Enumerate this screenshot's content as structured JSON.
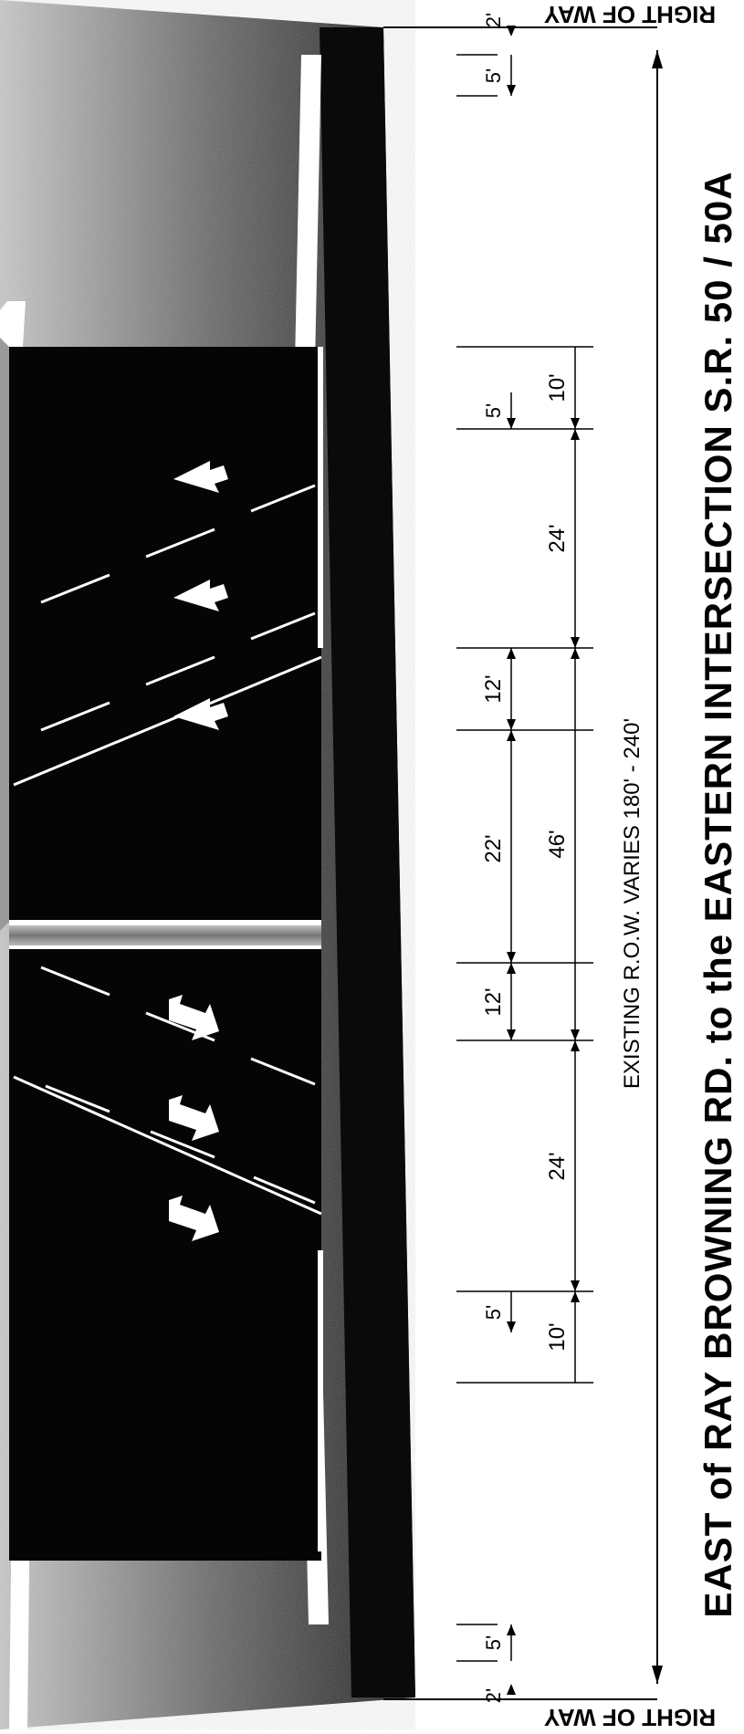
{
  "caption": "EAST of RAY BROWNING RD. to the EASTERN INTERSECTION S.R. 50 / 50A",
  "right_of_way_label": "RIGHT OF WAY",
  "existing_row_label": "EXISTING R.O.W. VARIES 180' - 240'",
  "dimensions": {
    "left_offset": "2'",
    "left_sidewalk": "5'",
    "left_border": "10'",
    "left_roadway": "24'",
    "left_inner_shoulder": "12'",
    "median_width": "22'",
    "median_total": "46'",
    "right_inner_shoulder": "12'",
    "right_roadway": "24'",
    "right_border": "10'",
    "right_sidewalk": "5'",
    "right_sidewalk_far": "5'",
    "right_offset": "2'"
  },
  "colors": {
    "pavement": "#050505",
    "grass": "#8a8a8a",
    "marking": "#ffffff",
    "line": "#000000"
  }
}
